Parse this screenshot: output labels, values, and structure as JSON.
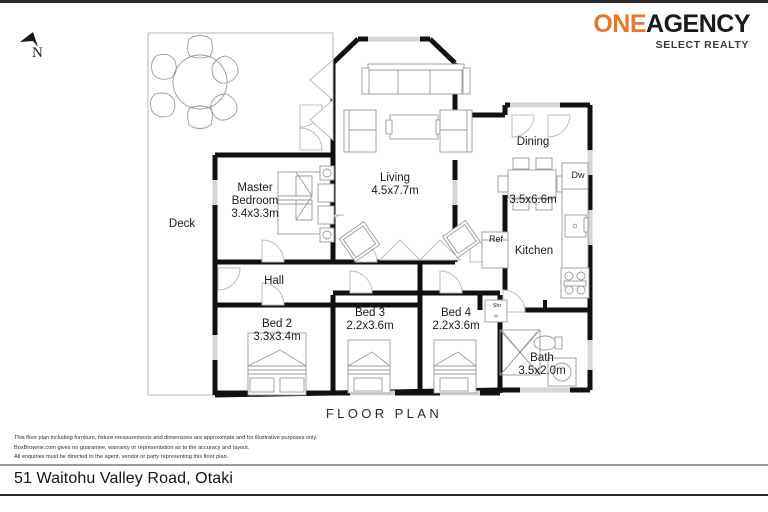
{
  "document": {
    "title": "FLOOR PLAN",
    "address": "51 Waitohu Valley Road, Otaki"
  },
  "brand": {
    "name_part1": "ONE",
    "name_part2": "AGENCY",
    "tagline": "SELECT REALTY",
    "color_primary": "#E8762C",
    "color_secondary": "#1a1a1a"
  },
  "compass": {
    "label": "N",
    "icon": "north-arrow-icon"
  },
  "rooms": [
    {
      "id": "deck",
      "name": "Deck",
      "dimensions": ""
    },
    {
      "id": "master-bedroom",
      "name": "Master\nBedroom",
      "name_line1": "Master",
      "name_line2": "Bedroom",
      "dimensions": "3.4x3.3m"
    },
    {
      "id": "living",
      "name": "Living",
      "dimensions": "4.5x7.7m"
    },
    {
      "id": "dining",
      "name": "Dining",
      "dimensions": "3.5x6.6m"
    },
    {
      "id": "kitchen",
      "name": "Kitchen",
      "dimensions": ""
    },
    {
      "id": "hall",
      "name": "Hall",
      "dimensions": ""
    },
    {
      "id": "bed-2",
      "name": "Bed 2",
      "dimensions": "3.3x3.4m"
    },
    {
      "id": "bed-3",
      "name": "Bed 3",
      "dimensions": "2.2x3.6m"
    },
    {
      "id": "bed-4",
      "name": "Bed 4",
      "dimensions": "2.2x3.6m"
    },
    {
      "id": "bath",
      "name": "Bath",
      "dimensions": "3.5x2.0m"
    }
  ],
  "fixtures": [
    {
      "id": "refrigerator",
      "label": "Ref"
    },
    {
      "id": "dishwasher",
      "label": "Dw"
    },
    {
      "id": "shower",
      "label": "Shr"
    }
  ],
  "disclaimer": {
    "line1": "This floor plan including furniture, fixture measurements and dimensions are approximate and for illustrative purposes only.",
    "line2": "BoxBrownie.com gives no guarantee, warranty or representation as to the accuracy and layout.",
    "line3": "All enquiries must be directed to the agent, vendor or party representing this floor plan."
  },
  "colors": {
    "wall": "#111111",
    "furniture_outline": "#9a9a9a",
    "window": "#d8d8d8",
    "background": "#ffffff"
  }
}
